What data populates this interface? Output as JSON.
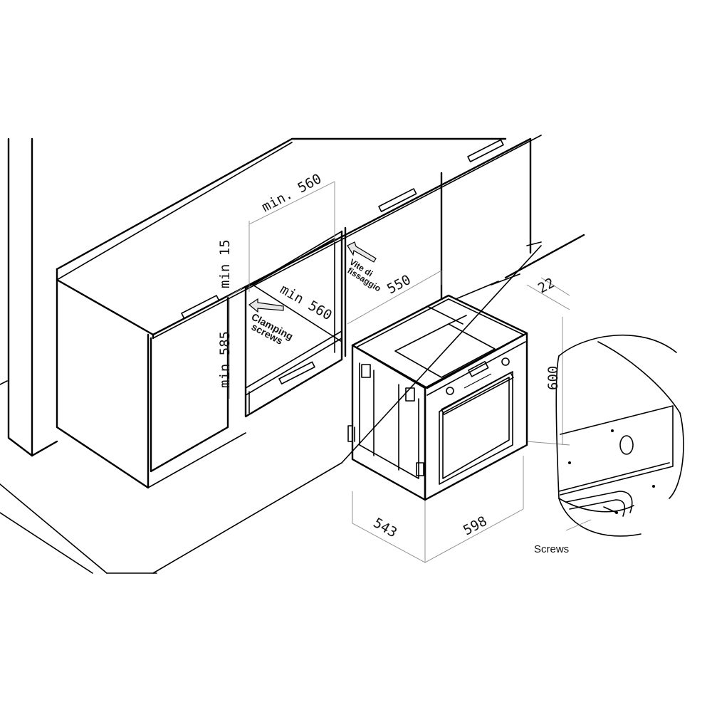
{
  "diagram": {
    "dimensions": {
      "cabinet_width": "min. 560",
      "cabinet_depth": "min 560",
      "gap_top": "min 15",
      "cabinet_height": "min 585",
      "niche_depth": "550",
      "front_offset": "22",
      "oven_height": "600",
      "oven_depth": "543",
      "oven_width": "598"
    },
    "labels": {
      "clamping_1": "Clamping",
      "clamping_2": "screws",
      "vite_1": "Vite di",
      "vite_2": "fissaggio",
      "detail": "Screws"
    },
    "colors": {
      "line": "#000000",
      "dim": "#888888",
      "arrow_fill": "#e6e6e6",
      "panel_fill": "#ffffff"
    }
  }
}
